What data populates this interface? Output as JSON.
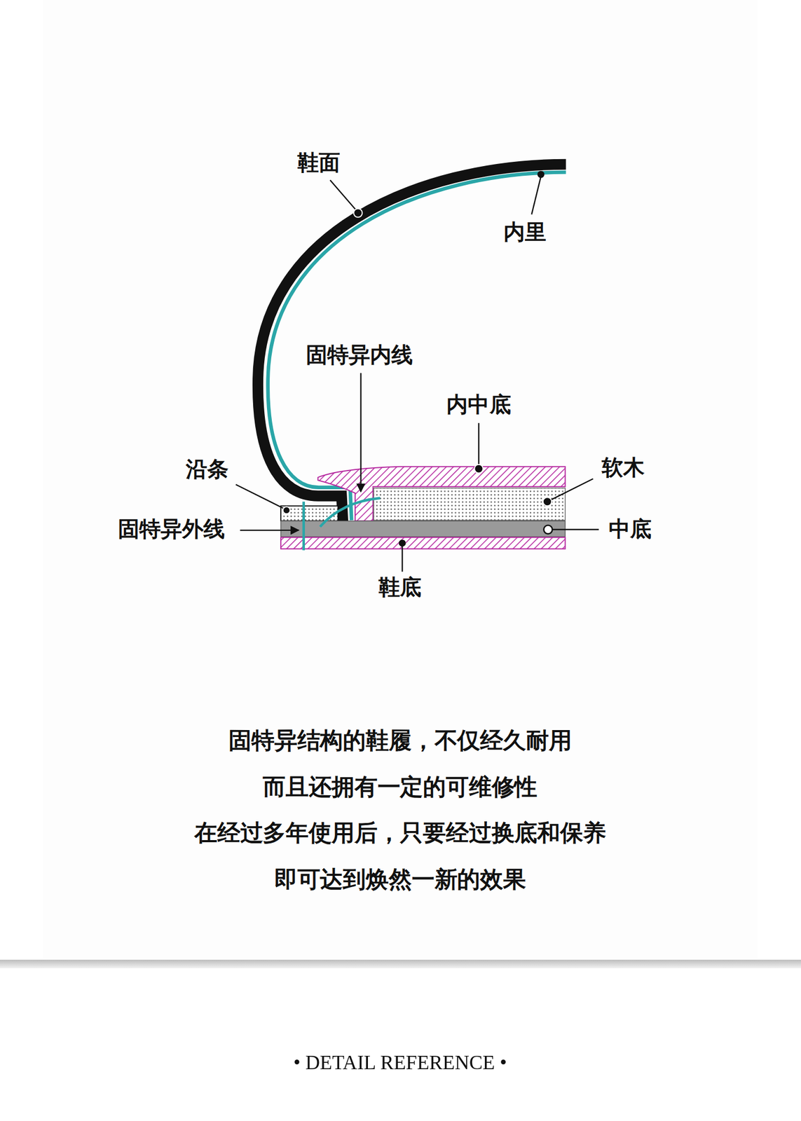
{
  "diagram": {
    "labels": [
      "鞋面",
      "内里",
      "固特异内线",
      "内中底",
      "软木",
      "沿条",
      "固特异外线",
      "中底",
      "鞋底",
      "固特异结构的鞋履，不仅经久耐用",
      "而且还拥有一定的可维修性",
      "在经过多年使用后，只要经过换底和保养",
      "即可达到焕然一新的效果",
      "• DETAIL REFERENCE •"
    ]
  }
}
